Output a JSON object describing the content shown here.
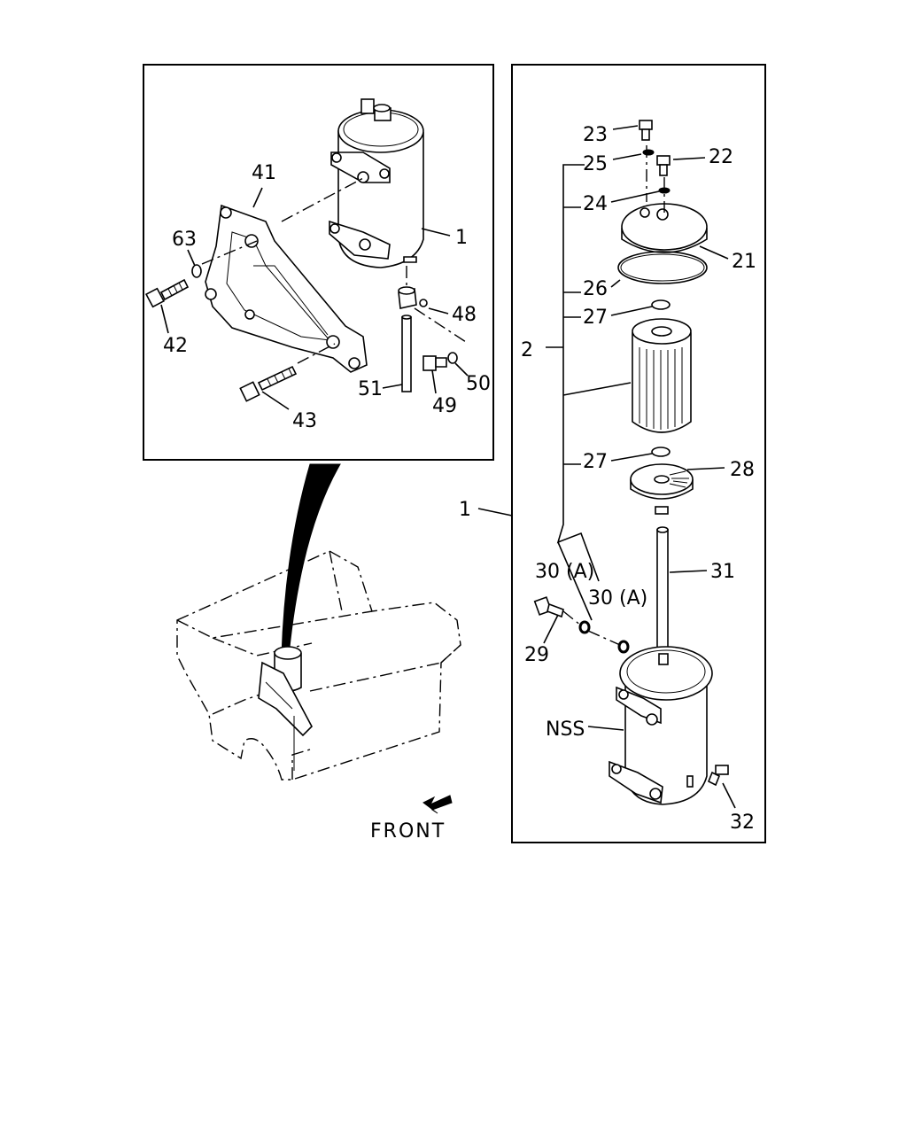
{
  "callouts": {
    "c1_top": "1",
    "c41": "41",
    "c63": "63",
    "c42": "42",
    "c43": "43",
    "c48": "48",
    "c49": "49",
    "c50": "50",
    "c51": "51",
    "c23": "23",
    "c22": "22",
    "c25": "25",
    "c24": "24",
    "c21": "21",
    "c26": "26",
    "c27a": "27",
    "c2": "2",
    "c27b": "27",
    "c28": "28",
    "c1_side": "1",
    "c30a": "30 (A)",
    "c30b": "30 (A)",
    "c31": "31",
    "c29": "29",
    "nss": "NSS",
    "c32": "32"
  },
  "front_label": "FRONT"
}
